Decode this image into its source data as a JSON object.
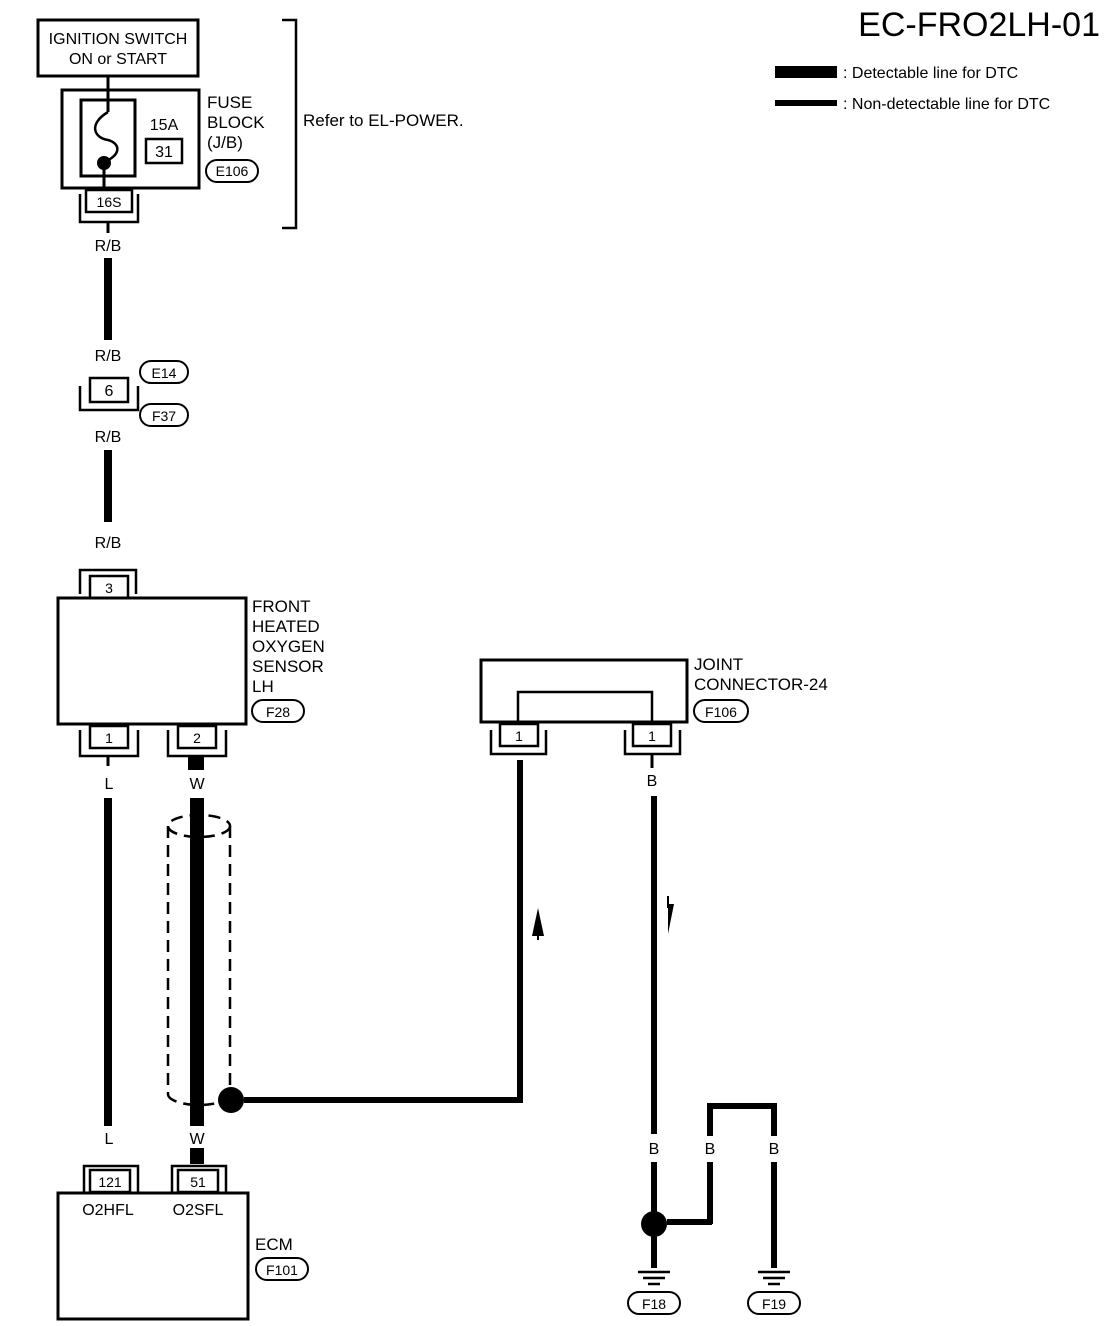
{
  "title": "EC-FRO2LH-01",
  "legend": {
    "detectable": ": Detectable line for DTC",
    "non_detectable": ": Non-detectable line for DTC"
  },
  "ignition": {
    "line1": "IGNITION SWITCH",
    "line2": "ON or START"
  },
  "fuse": {
    "amp": "15A",
    "number": "31",
    "label_lines": [
      "FUSE",
      "BLOCK",
      "(J/B)"
    ],
    "connector": "E106",
    "terminal": "16S"
  },
  "refer_note": "Refer to EL-POWER.",
  "wires": {
    "rb": "R/B",
    "l": "L",
    "w": "W",
    "b": "B"
  },
  "inline_connector": {
    "terminal": "6",
    "upper": "E14",
    "lower": "F37"
  },
  "sensor": {
    "label_lines": [
      "FRONT",
      "HEATED",
      "OXYGEN",
      "SENSOR",
      "LH"
    ],
    "connector": "F28",
    "terminal_top": "3",
    "terminal_1": "1",
    "terminal_2": "2"
  },
  "joint": {
    "label_lines": [
      "JOINT",
      "CONNECTOR-24"
    ],
    "connector": "F106",
    "terminal_left": "1",
    "terminal_right": "1"
  },
  "ecm": {
    "label": "ECM",
    "connector": "F101",
    "terminal_left": "121",
    "terminal_right": "51",
    "pin_left": "O2HFL",
    "pin_right": "O2SFL"
  },
  "grounds": {
    "g1": "F18",
    "g2": "F19"
  }
}
